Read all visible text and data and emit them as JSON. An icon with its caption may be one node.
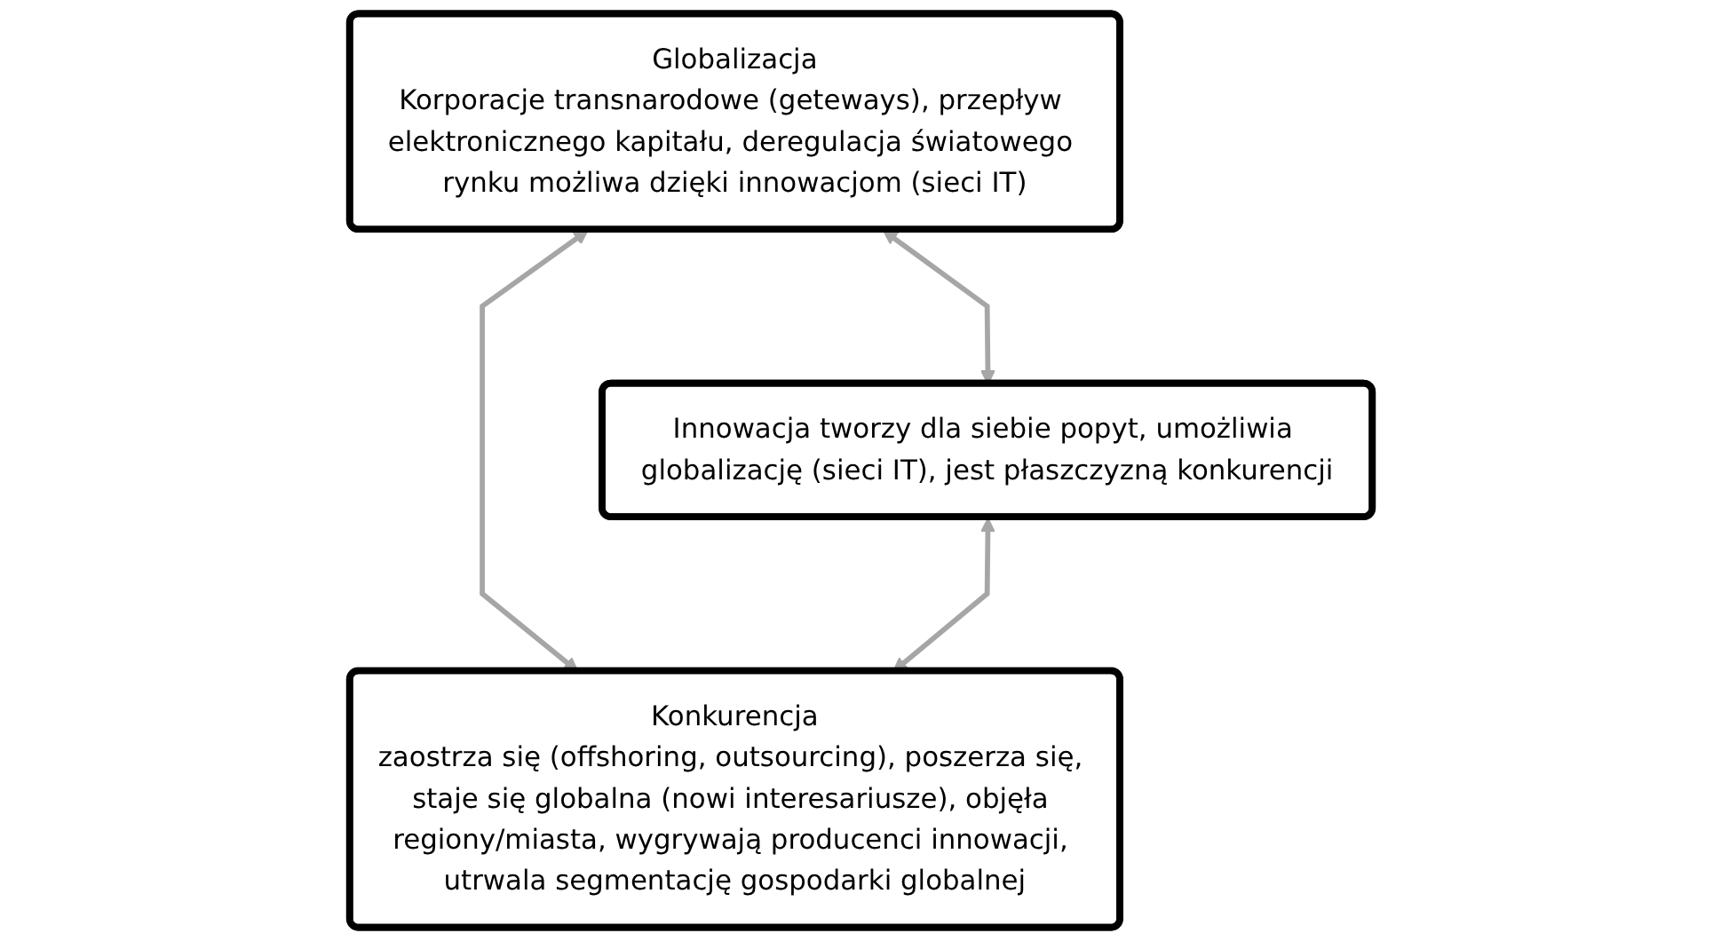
{
  "diagram": {
    "nodes": [
      {
        "text": [
          "Globalizacja",
          "Korporacje transnarodowe (geteways), przepływ elektronicznego kapitału, deregulacja światowego rynku możliwa dzięki innowacjom (sieci IT)"
        ]
      },
      {
        "text": [
          "Innowacja tworzy dla siebie popyt, umożliwia globalizację (sieci IT), jest płaszczyzną konkurencji"
        ]
      },
      {
        "text": [
          "Konkurencja",
          "zaostrza się (offshoring, outsourcing), poszerza się, staje się globalna (nowi interesariusze), objęła regiony/miasta, wygrywają producenci innowacji, utrwala segmentację gospodarki globalnej"
        ]
      }
    ],
    "edges": [
      {
        "from": 0,
        "to": 1,
        "arrow": "both"
      },
      {
        "from": 0,
        "to": 2,
        "arrow": "both"
      },
      {
        "from": 1,
        "to": 2,
        "arrow": "both"
      }
    ]
  }
}
